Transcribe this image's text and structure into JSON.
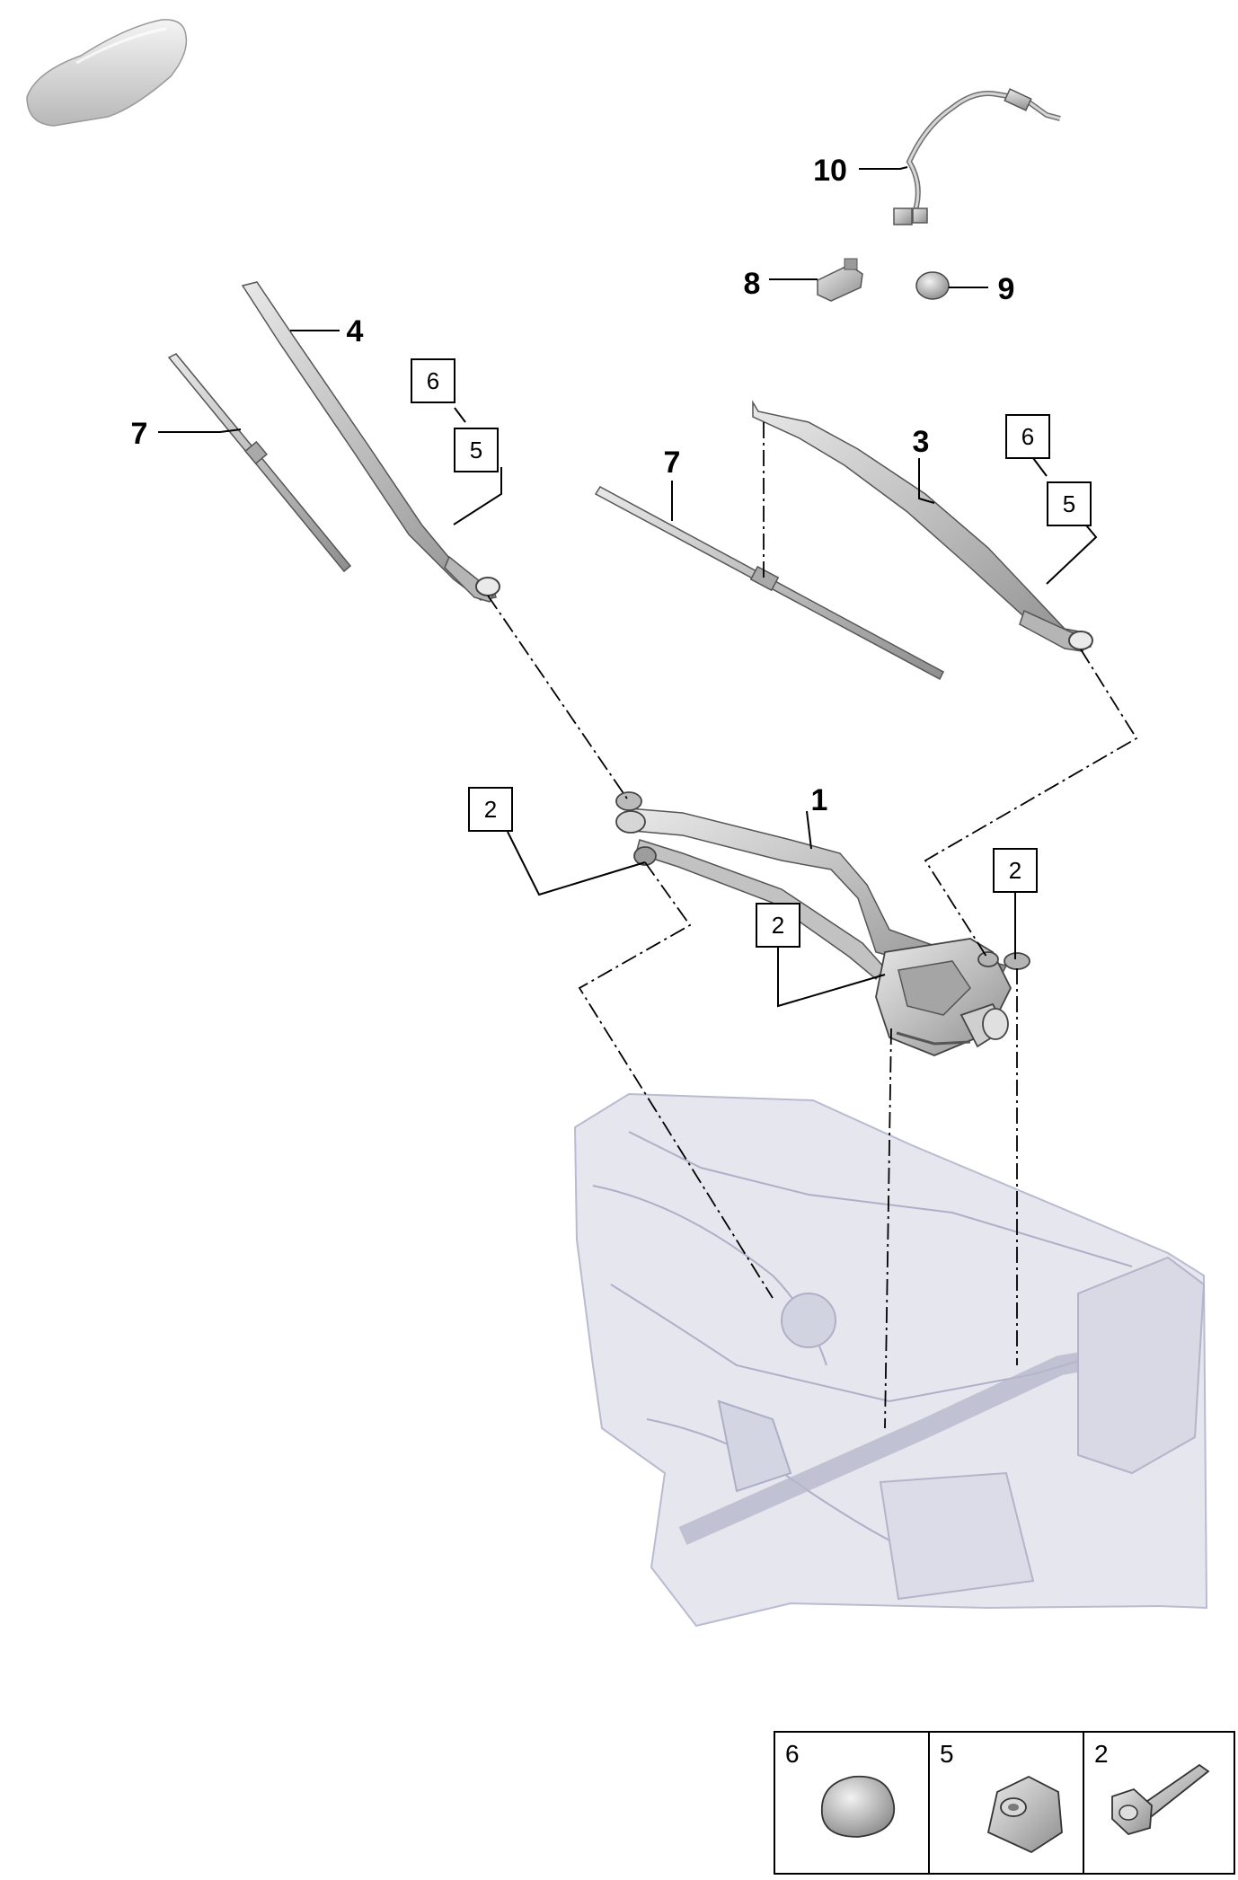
{
  "callouts": {
    "c1": "1",
    "c3": "3",
    "c4": "4",
    "c7a": "7",
    "c7b": "7",
    "c8": "8",
    "c9": "9",
    "c10": "10"
  },
  "boxed_refs": {
    "b6a": "6",
    "b5a": "5",
    "b6b": "6",
    "b5b": "5",
    "b2a": "2",
    "b2b": "2",
    "b2c": "2"
  },
  "legend": {
    "items": [
      {
        "number": "6",
        "part": "cap-icon"
      },
      {
        "number": "5",
        "part": "nut-icon"
      },
      {
        "number": "2",
        "part": "bolt-icon"
      }
    ]
  },
  "colors": {
    "part_fill": "#c8c8c8",
    "body_fill": "#e4e4ee",
    "line": "#000000"
  }
}
